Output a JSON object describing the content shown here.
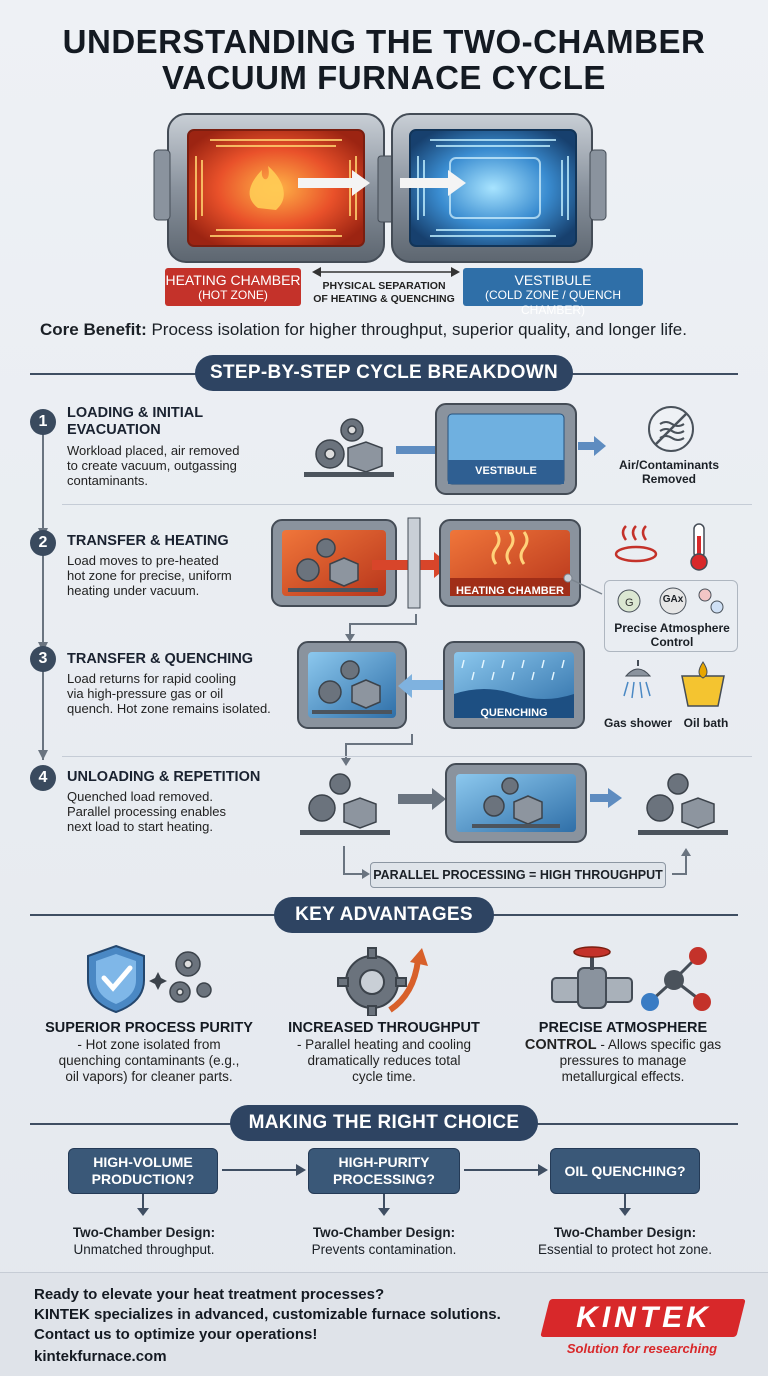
{
  "title_line1": "UNDERSTANDING THE TWO-CHAMBER",
  "title_line2": "VACUUM FURNACE CYCLE",
  "hero": {
    "heating_label": "HEATING CHAMBER",
    "heating_sub": "(HOT ZONE)",
    "separation_line1": "PHYSICAL SEPARATION",
    "separation_line2": "OF HEATING & QUENCHING",
    "vestibule_label": "VESTIBULE",
    "vestibule_sub": "(COLD ZONE / QUENCH CHAMBER)"
  },
  "core_benefit": {
    "label": "Core Benefit:",
    "text": " Process isolation for higher throughput, superior quality, and longer life."
  },
  "steps_header": "STEP-BY-STEP CYCLE BREAKDOWN",
  "steps": [
    {
      "num": "1",
      "title_line1": "LOADING & INITIAL",
      "title_line2": "EVACUATION",
      "desc": [
        "Workload placed, air removed",
        "to create vacuum, outgassing",
        "contaminants."
      ]
    },
    {
      "num": "2",
      "title_line1": "TRANSFER & HEATING",
      "title_line2": "",
      "desc": [
        "Load moves to pre-heated",
        "hot zone for precise, uniform",
        "heating under vacuum."
      ]
    },
    {
      "num": "3",
      "title_line1": "TRANSFER & QUENCHING",
      "title_line2": "",
      "desc": [
        "Load returns for rapid cooling",
        "via high-pressure gas or oil",
        "quench. Hot zone remains isolated."
      ]
    },
    {
      "num": "4",
      "title_line1": "UNLOADING & REPETITION",
      "title_line2": "",
      "desc": [
        "Quenched load removed.",
        "Parallel processing enables",
        "next load to start heating."
      ]
    }
  ],
  "step_labels": {
    "vestibule": "VESTIBULE",
    "air_line1": "Air/Contaminants",
    "air_line2": "Removed",
    "heating_chamber": "HEATING CHAMBER",
    "atmo_line1": "Precise Atmosphere",
    "atmo_line2": "Control",
    "gas_formula": "GAx",
    "quenching": "QUENCHING",
    "gas_shower": "Gas shower",
    "oil_bath": "Oil bath",
    "parallel": "PARALLEL PROCESSING = HIGH THROUGHPUT"
  },
  "advantages_header": "KEY ADVANTAGES",
  "advantages": [
    {
      "title": "SUPERIOR PROCESS PURITY",
      "desc": [
        "- Hot zone isolated from",
        "quenching contaminants (e.g.,",
        "oil vapors) for cleaner parts."
      ]
    },
    {
      "title": "INCREASED THROUGHPUT",
      "desc": [
        "- Parallel heating and cooling",
        "dramatically reduces total",
        "cycle time."
      ]
    },
    {
      "title_line1": "PRECISE ATMOSPHERE",
      "title_line2": "CONTROL",
      "title_rest": " - Allows specific gas",
      "desc": [
        "pressures to manage",
        "metallurgical effects."
      ]
    }
  ],
  "choice_header": "MAKING THE RIGHT CHOICE",
  "choices": [
    {
      "q1": "HIGH-VOLUME",
      "q2": "PRODUCTION?",
      "r1": "Two-Chamber Design:",
      "r2": "Unmatched throughput."
    },
    {
      "q1": "HIGH-PURITY",
      "q2": "PROCESSING?",
      "r1": "Two-Chamber Design:",
      "r2": "Prevents contamination."
    },
    {
      "q1": "OIL QUENCHING?",
      "q2": "",
      "r1": "Two-Chamber Design:",
      "r2": "Essential to protect hot zone."
    }
  ],
  "footer": {
    "line1": "Ready to elevate your heat treatment processes?",
    "line2": "KINTEK specializes in advanced, customizable furnace solutions.",
    "line3": "Contact us to optimize your operations!",
    "url": "kintekfurnace.com",
    "logo": "KINTEK",
    "tagline": "Solution for researching"
  },
  "colors": {
    "hot": "#d8452a",
    "cold": "#2f6fa8",
    "navy": "#2e4462",
    "brand_red": "#d8282a"
  }
}
